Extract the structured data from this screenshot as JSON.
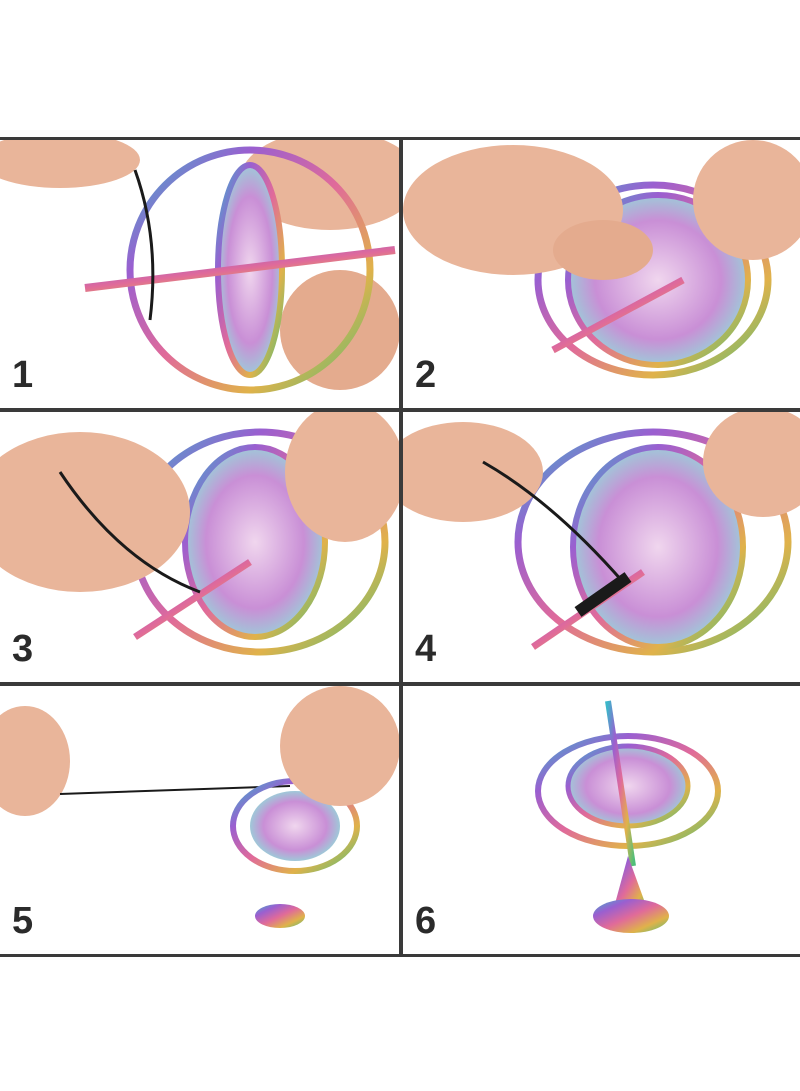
{
  "steps": [
    {
      "number": "1"
    },
    {
      "number": "2"
    },
    {
      "number": "3"
    },
    {
      "number": "4"
    },
    {
      "number": "5"
    },
    {
      "number": "6"
    }
  ],
  "colors": {
    "border": "#3a3a3a",
    "skin": "#e9b59a",
    "string": "#1a1a1a"
  }
}
